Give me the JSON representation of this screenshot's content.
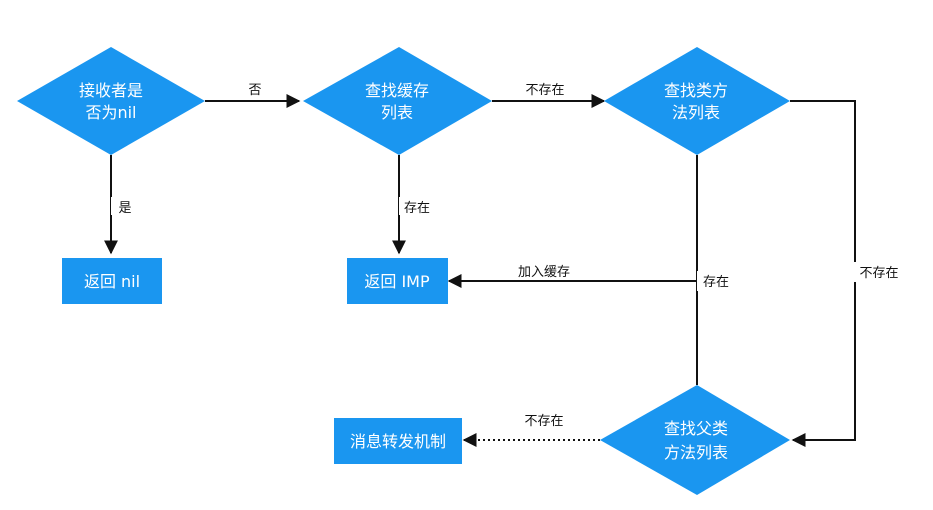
{
  "colors": {
    "node": "#1a96f0",
    "node_text": "#ffffff",
    "line": "#111111"
  },
  "nodes": {
    "receiver_nil": {
      "line1": "接收者是",
      "line2": "否为nil"
    },
    "find_cache": {
      "line1": "查找缓存",
      "line2": "列表"
    },
    "find_class_methods": {
      "line1": "查找类方",
      "line2": "法列表"
    },
    "find_super_methods": {
      "line1": "查找父类",
      "line2": "方法列表"
    },
    "return_nil": {
      "label": "返回 nil"
    },
    "return_imp": {
      "label": "返回 IMP"
    },
    "message_forwarding": {
      "label": "消息转发机制"
    }
  },
  "edges": {
    "no": "否",
    "yes": "是",
    "not_exist_1": "不存在",
    "exist_1": "存在",
    "add_cache": "加入缓存",
    "exist_2": "存在",
    "not_exist_2": "不存在",
    "not_exist_3": "不存在"
  }
}
